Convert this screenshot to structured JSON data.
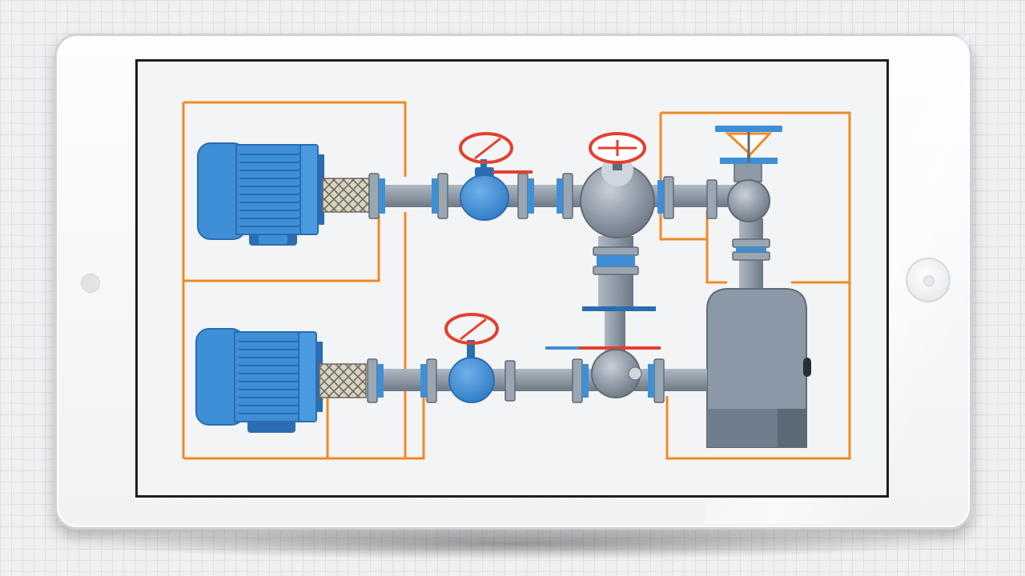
{
  "colors": {
    "wiring": "#f08a24",
    "motor": "#3f8fd6",
    "motor_dark": "#2a6db2",
    "pipe": "#8f9aa6",
    "pipe_dark": "#5f6b77",
    "valve_body": "#3f8fd6",
    "handwheel": "#e4402e",
    "tank": "#8a98a8",
    "screen_bg": "#f3f4f5",
    "bezel": "#ffffff"
  },
  "components": {
    "motors": [
      "pump-motor-top",
      "pump-motor-bottom"
    ],
    "valves": [
      "gate-valve-top",
      "gate-valve-bottom",
      "ball-valve-top",
      "check-valve-bottom",
      "butterfly-valve"
    ],
    "vessel": "pressure-tank",
    "flex_couplings": 2
  },
  "icons": [
    "electric-motor-icon",
    "handwheel-icon",
    "valve-icon",
    "tank-icon"
  ]
}
